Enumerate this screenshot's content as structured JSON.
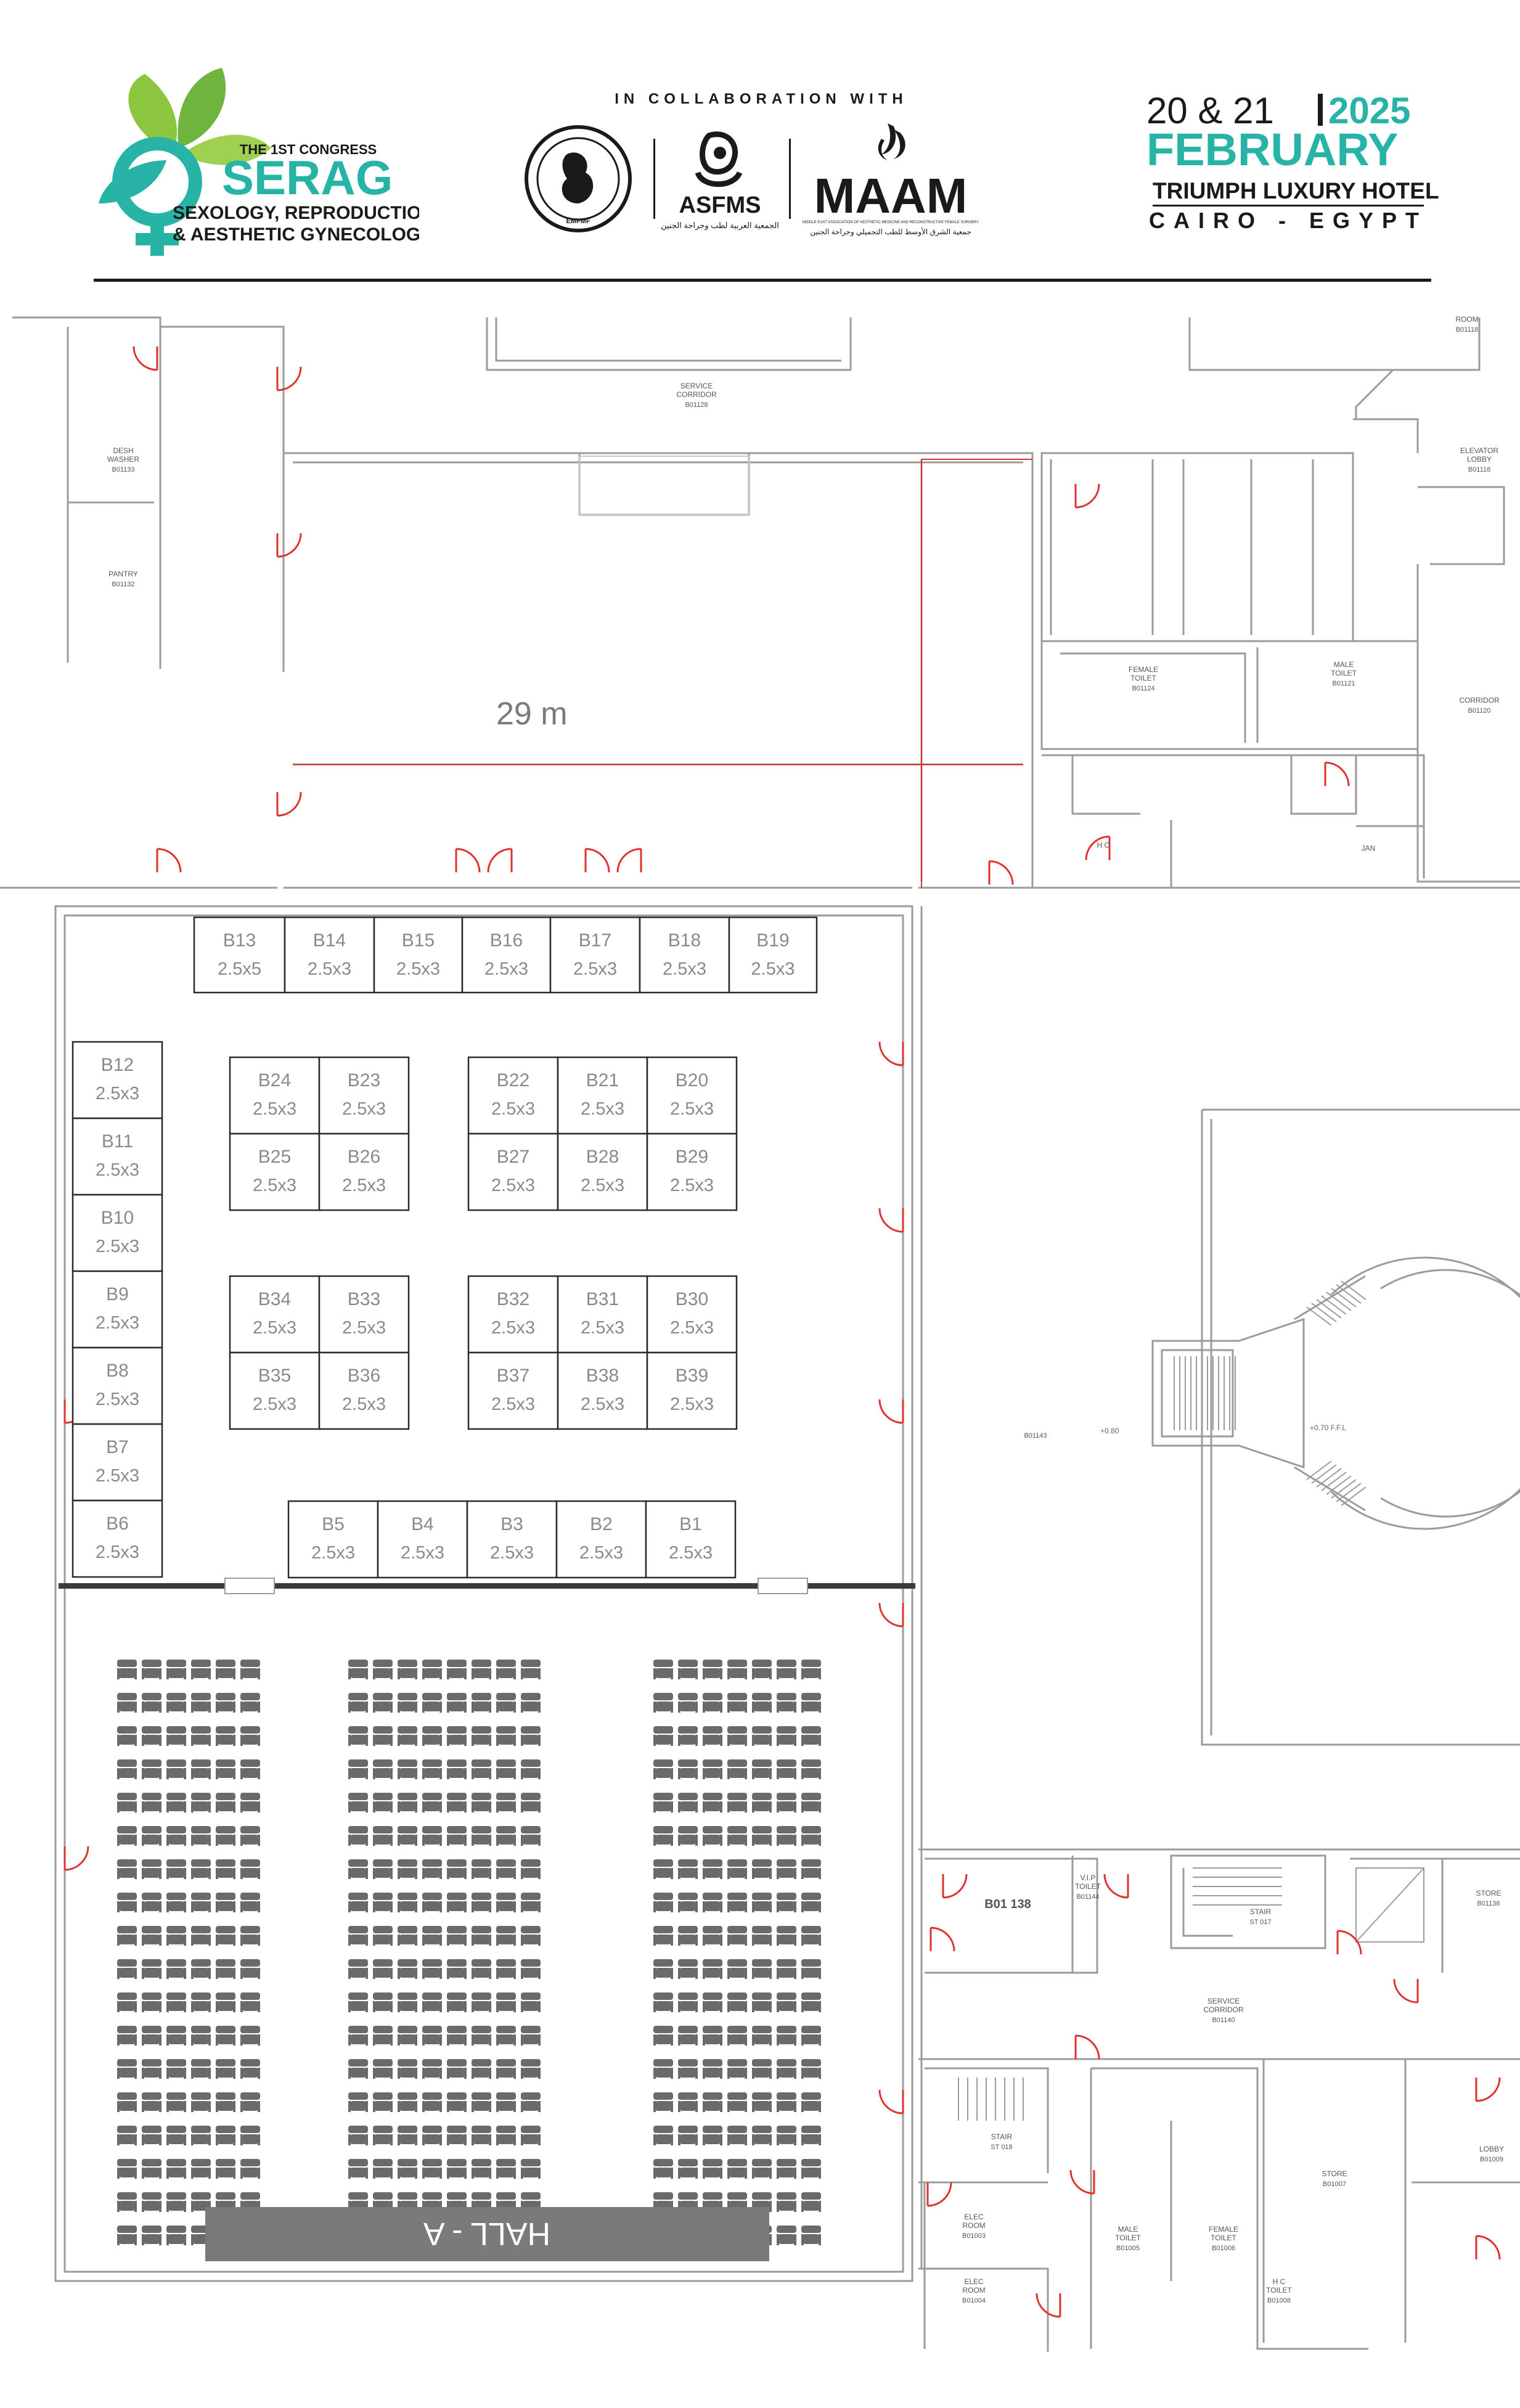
{
  "header": {
    "congress_tag": "THE 1ST CONGRESS",
    "acronym": "SERAG",
    "name_line1": "SEXOLOGY, REPRODUCTION",
    "name_line2": "& AESTHETIC GYNECOLOGY",
    "collab": "IN COLLABORATION WITH",
    "partner1": "EMFMF",
    "partner2": "ASFMS",
    "partner2_sub": "الجمعية العربية لطب وجراحة الجنين",
    "partner3": "MAAM",
    "partner3_sub": "MIDDLE EAST ASSOCIATION OF AESTHETIC MEDICINE AND RECONSTRUCTIVE FEMALE SURGERY",
    "partner3_sub_ar": "جمعية الشرق الأوسط للطب التجميلي وجراحة الجنين",
    "dates": "20 & 21",
    "year": "2025",
    "month": "FEBRUARY",
    "venue": "TRIUMPH LUXURY HOTEL",
    "city": "CAIRO - EGYPT"
  },
  "colors": {
    "brand_teal": "#27b3a5",
    "brand_green": "#8cc63f",
    "wall": "#9b9b9b",
    "door": "#e0312e",
    "booth_text": "#8a8a8a",
    "seat": "#6a6a6a",
    "hall_bar": "#7a7a7a"
  },
  "dimension_label": "29  m",
  "hall_label": "HALL - A",
  "rooms": [
    {
      "id": "service-corridor-top",
      "name": "SERVICE CORRIDOR",
      "code": "B01128"
    },
    {
      "id": "dish-washer",
      "name": "DESH WASHER",
      "code": "B01133"
    },
    {
      "id": "pantry",
      "name": "PANTRY",
      "code": "B01132"
    },
    {
      "id": "room-top-right",
      "name": "ROOM",
      "code": "B01118"
    },
    {
      "id": "elevator-lobby",
      "name": "ELEVATOR LOBBY",
      "code": "B01118"
    },
    {
      "id": "female-toilet-top",
      "name": "FEMALE TOILET",
      "code": "B01124"
    },
    {
      "id": "male-toilet-top",
      "name": "MALE TOILET",
      "code": "B01121"
    },
    {
      "id": "corridor-right",
      "name": "CORRIDOR",
      "code": "B01120"
    },
    {
      "id": "hc-top",
      "name": "H C",
      "code": ""
    },
    {
      "id": "jan",
      "name": "JAN",
      "code": ""
    },
    {
      "id": "b01143",
      "name": "",
      "code": "B01143"
    },
    {
      "id": "b01138",
      "name": "B01 138",
      "code": ""
    },
    {
      "id": "vip-toilet",
      "name": "V.I.P TOILET",
      "code": "B01144"
    },
    {
      "id": "stair-017",
      "name": "STAIR",
      "code": "ST 017"
    },
    {
      "id": "store-b01136",
      "name": "STORE",
      "code": "B01136"
    },
    {
      "id": "service-corridor-bottom",
      "name": "SERVICE CORRIDOR",
      "code": "B01140"
    },
    {
      "id": "stair-018",
      "name": "STAIR",
      "code": "ST 018"
    },
    {
      "id": "elec-room-1",
      "name": "ELEC ROOM",
      "code": "B01003"
    },
    {
      "id": "elec-room-2",
      "name": "ELEC ROOM",
      "code": "B01004"
    },
    {
      "id": "male-toilet-bottom",
      "name": "MALE TOILET",
      "code": "B01005"
    },
    {
      "id": "female-toilet-bottom",
      "name": "FEMALE TOILET",
      "code": "B01006"
    },
    {
      "id": "hc-toilet",
      "name": "H C TOILET",
      "code": "B01008"
    },
    {
      "id": "store-b01007",
      "name": "STORE",
      "code": "B01007"
    },
    {
      "id": "lobby",
      "name": "LOBBY",
      "code": "B01009"
    }
  ],
  "levels": [
    {
      "id": "level-1",
      "text": "+0.80"
    },
    {
      "id": "level-2",
      "text": "+0.70 F.F.L"
    }
  ],
  "booths": [
    {
      "id": "B13",
      "size": "2.5x5"
    },
    {
      "id": "B14",
      "size": "2.5x3"
    },
    {
      "id": "B15",
      "size": "2.5x3"
    },
    {
      "id": "B16",
      "size": "2.5x3"
    },
    {
      "id": "B17",
      "size": "2.5x3"
    },
    {
      "id": "B18",
      "size": "2.5x3"
    },
    {
      "id": "B19",
      "size": "2.5x3"
    },
    {
      "id": "B12",
      "size": "2.5x3"
    },
    {
      "id": "B11",
      "size": "2.5x3"
    },
    {
      "id": "B10",
      "size": "2.5x3"
    },
    {
      "id": "B9",
      "size": "2.5x3"
    },
    {
      "id": "B8",
      "size": "2.5x3"
    },
    {
      "id": "B7",
      "size": "2.5x3"
    },
    {
      "id": "B6",
      "size": "2.5x3"
    },
    {
      "id": "B24",
      "size": "2.5x3"
    },
    {
      "id": "B23",
      "size": "2.5x3"
    },
    {
      "id": "B25",
      "size": "2.5x3"
    },
    {
      "id": "B26",
      "size": "2.5x3"
    },
    {
      "id": "B22",
      "size": "2.5x3"
    },
    {
      "id": "B21",
      "size": "2.5x3"
    },
    {
      "id": "B20",
      "size": "2.5x3"
    },
    {
      "id": "B27",
      "size": "2.5x3"
    },
    {
      "id": "B28",
      "size": "2.5x3"
    },
    {
      "id": "B29",
      "size": "2.5x3"
    },
    {
      "id": "B34",
      "size": "2.5x3"
    },
    {
      "id": "B33",
      "size": "2.5x3"
    },
    {
      "id": "B35",
      "size": "2.5x3"
    },
    {
      "id": "B36",
      "size": "2.5x3"
    },
    {
      "id": "B32",
      "size": "2.5x3"
    },
    {
      "id": "B31",
      "size": "2.5x3"
    },
    {
      "id": "B30",
      "size": "2.5x3"
    },
    {
      "id": "B37",
      "size": "2.5x3"
    },
    {
      "id": "B38",
      "size": "2.5x3"
    },
    {
      "id": "B39",
      "size": "2.5x3"
    },
    {
      "id": "B5",
      "size": "2.5x3"
    },
    {
      "id": "B4",
      "size": "2.5x3"
    },
    {
      "id": "B3",
      "size": "2.5x3"
    },
    {
      "id": "B2",
      "size": "2.5x3"
    },
    {
      "id": "B1",
      "size": "2.5x3"
    }
  ],
  "seating": {
    "blocks": [
      {
        "name": "left-seat-block",
        "columns": 6,
        "rows": 18
      },
      {
        "name": "center-seat-block",
        "columns": 8,
        "rows": 18
      },
      {
        "name": "right-seat-block",
        "columns": 7,
        "rows": 18
      }
    ]
  }
}
